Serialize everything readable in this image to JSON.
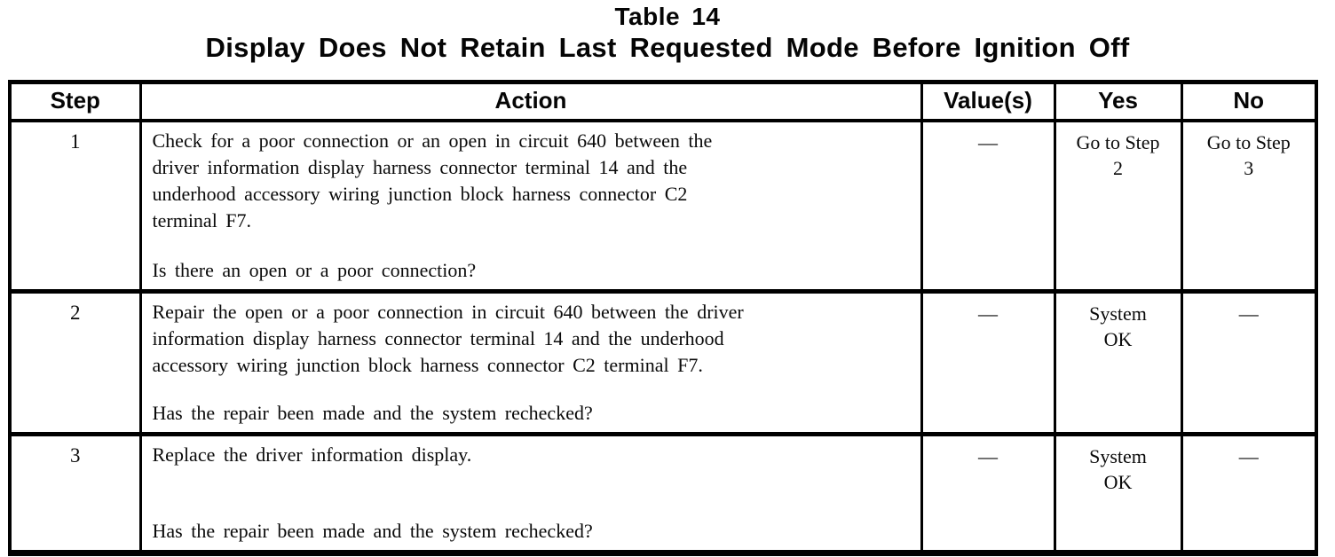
{
  "title": {
    "line1": "Table 14",
    "line2": "Display Does Not Retain Last Requested Mode Before Ignition Off"
  },
  "table": {
    "headers": {
      "step": "Step",
      "action": "Action",
      "values": "Value(s)",
      "yes": "Yes",
      "no": "No"
    },
    "rows": [
      {
        "step": "1",
        "action": "Check for a poor connection or an open in circuit 640 between the\ndriver information display harness connector terminal 14 and the\nunderhood accessory wiring junction block harness connector C2\nterminal F7.",
        "question": "Is there an open or a poor connection?",
        "values": "—",
        "yes": "Go to Step\n2",
        "no": "Go to Step\n3"
      },
      {
        "step": "2",
        "action": "Repair the open or a poor connection in circuit 640 between the driver\ninformation display harness connector terminal 14 and the underhood\naccessory wiring junction block harness connector C2 terminal F7.",
        "question": "Has the repair been made and the system rechecked?",
        "values": "—",
        "yes": "System\nOK",
        "no": "—"
      },
      {
        "step": "3",
        "action": "Replace the driver information display.",
        "question": "Has the repair been made and the system rechecked?",
        "values": "—",
        "yes": "System\nOK",
        "no": "—"
      }
    ]
  }
}
